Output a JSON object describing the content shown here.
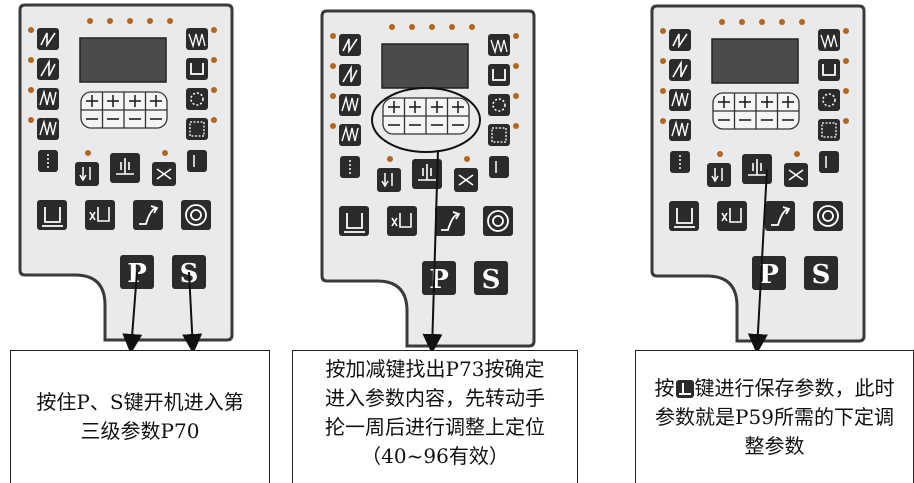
{
  "panels": [
    {
      "keys": {
        "p": "P",
        "s": "S"
      }
    },
    {
      "keys": {
        "p": "P",
        "s": "S"
      }
    },
    {
      "keys": {
        "p": "P",
        "s": "S"
      }
    }
  ],
  "steps": [
    {
      "text": "按住P、S键开机进入第三级参数P70"
    },
    {
      "text": "按加减键找出P73按确定进入参数内容，先转动手抡一周后进行调整上定位（40~96有效）"
    },
    {
      "text_pre": "按",
      "icon": "save-key-icon",
      "text_post": "键进行保存参数，此时参数就是P59所需的下定调整参数"
    }
  ],
  "colors": {
    "panel": "#e9eaec",
    "panel_border": "#3a3a3a",
    "key": "#2b2b2b",
    "led": "#b5651d",
    "display": "#4b4b4b"
  }
}
